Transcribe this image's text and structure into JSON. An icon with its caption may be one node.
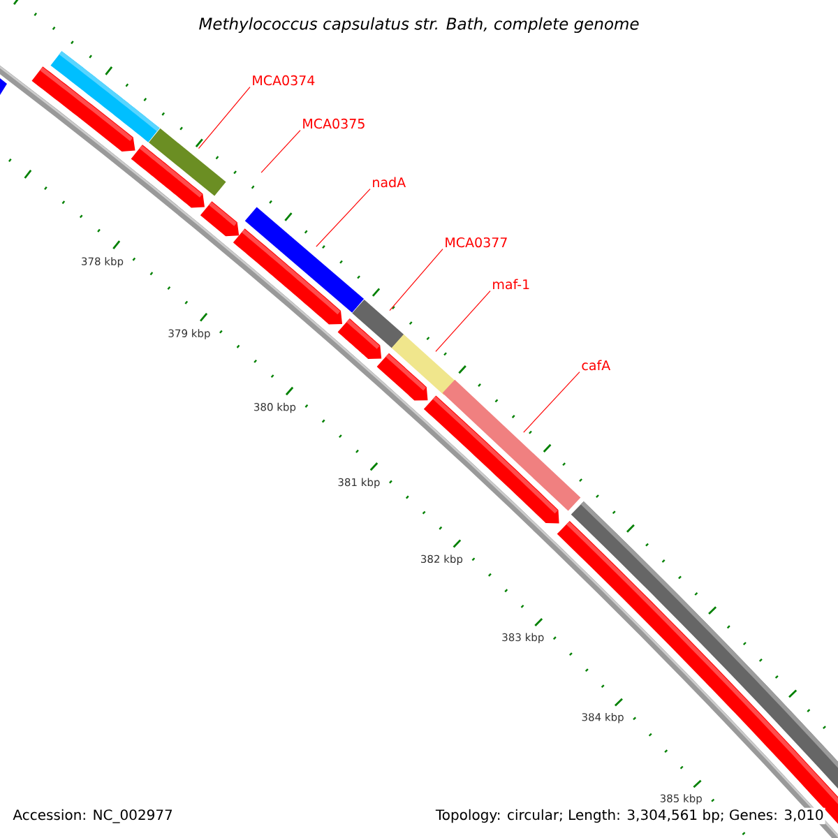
{
  "diagram": {
    "title": "Methylococcus capsulatus str. Bath, complete genome",
    "nodes": [
      {
        "text": [
          "MCA0374"
        ]
      },
      {
        "text": [
          "MCA0375"
        ]
      },
      {
        "text": [
          "nadA"
        ]
      },
      {
        "text": [
          "MCA0377"
        ]
      },
      {
        "text": [
          "maf-1"
        ]
      },
      {
        "text": [
          "cafA"
        ]
      },
      {
        "text": [],
        "shape": "bar"
      },
      {
        "text": [],
        "shape": "bar"
      },
      {
        "text": [],
        "shape": "bar"
      },
      {
        "text": [],
        "shape": "bar"
      },
      {
        "text": [],
        "shape": "bar"
      }
    ],
    "edges": [
      {
        "from": 0,
        "to": 6,
        "arrow": "none"
      },
      {
        "from": 1,
        "to": null,
        "arrow": "none"
      },
      {
        "from": 2,
        "to": 7,
        "arrow": "none"
      },
      {
        "from": 3,
        "to": 8,
        "arrow": "none"
      },
      {
        "from": 4,
        "to": 9,
        "arrow": "none"
      },
      {
        "from": 5,
        "to": 10,
        "arrow": "none"
      }
    ],
    "labels": [
      "378 kbp",
      "379 kbp",
      "380 kbp",
      "381 kbp",
      "382 kbp",
      "383 kbp",
      "384 kbp",
      "385 kbp",
      "Accession: NC_002977",
      "Topology: circular; Length: 3,304,561 bp; Genes: 3,010"
    ]
  }
}
